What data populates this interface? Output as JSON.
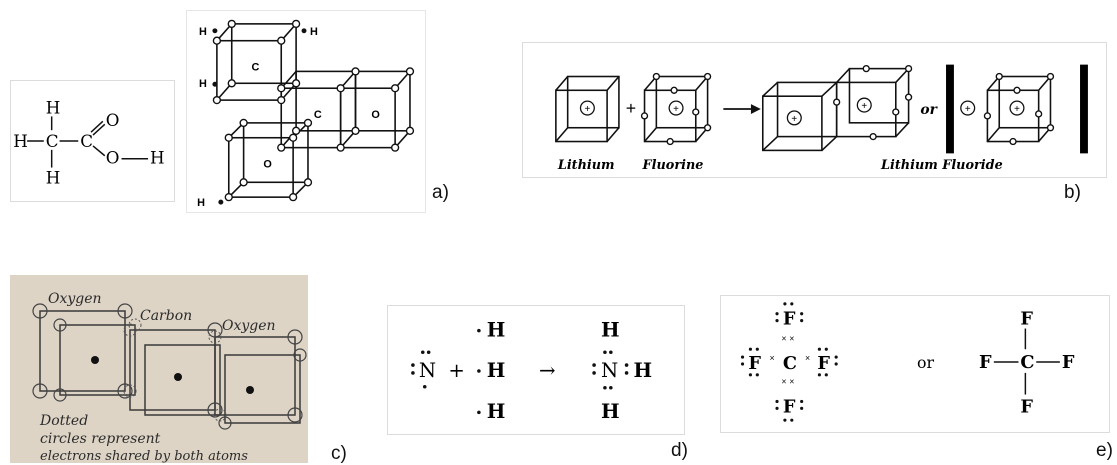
{
  "panels": {
    "a": {
      "caption": "a)",
      "formula": {
        "h_top": "H",
        "h_left": "H",
        "c1": "C",
        "c2": "C",
        "o_double": "O",
        "o_single": "O",
        "h_bottom": "H",
        "h_right": "H"
      },
      "cubic": {
        "h1": "H",
        "h2": "H",
        "h3": "H",
        "h4": "H",
        "atom_c1": "C",
        "atom_c2": "C",
        "atom_o1": "O",
        "atom_o2": "O"
      }
    },
    "b": {
      "caption": "b)",
      "plus": "+",
      "or": "or",
      "labels": {
        "lithium": "Lithium",
        "fluorine": "Fluorine",
        "lithium_fluoride": "Lithium Fluoride"
      }
    },
    "c": {
      "caption": "c)",
      "labels": {
        "oxygen_left": "Oxygen",
        "carbon": "Carbon",
        "oxygen_right": "Oxygen"
      },
      "note": [
        "Dotted",
        "circles represent",
        "electrons shared by both atoms"
      ]
    },
    "d": {
      "caption": "d)",
      "n": "N",
      "plus": "+",
      "arrow": "→",
      "h": "H"
    },
    "e": {
      "caption": "e)",
      "f": "F",
      "c": "C",
      "or": "or"
    }
  }
}
